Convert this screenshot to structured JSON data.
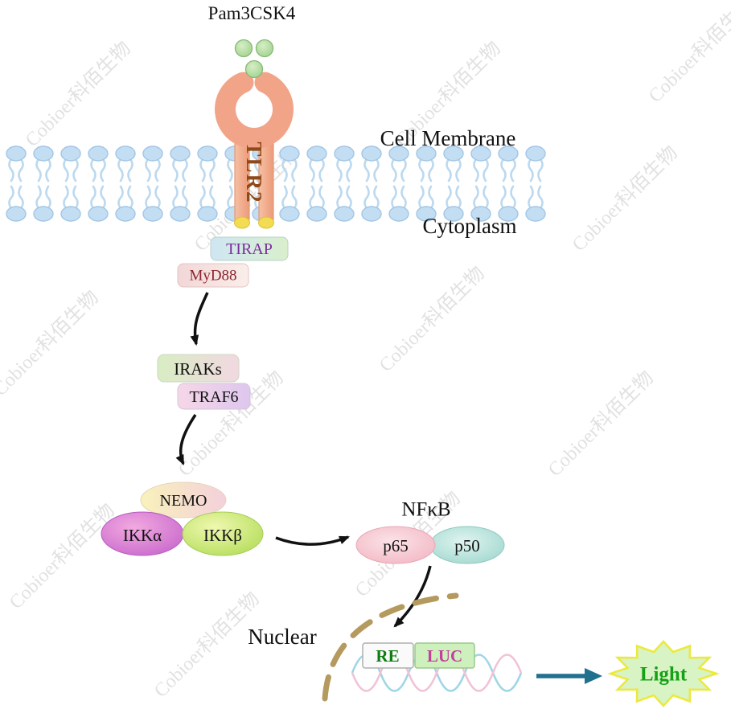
{
  "watermark": {
    "text": "Cobioer科佰生物"
  },
  "labels": {
    "ligand": "Pam3CSK4",
    "receptor": "TLR2",
    "cell_membrane": "Cell Membrane",
    "cytoplasm": "Cytoplasm",
    "tirap": "TIRAP",
    "myd88": "MyD88",
    "iraks": "IRAKs",
    "traf6": "TRAF6",
    "nemo": "NEMO",
    "ikka": "IKKα",
    "ikkb": "IKKβ",
    "nfkb": "NFκB",
    "p65": "p65",
    "p50": "p50",
    "nuclear": "Nuclear",
    "re": "RE",
    "luc": "LUC",
    "light": "Light"
  },
  "colors": {
    "receptor_salmon": "#F2A488",
    "ligand_green": "#9CCB86",
    "membrane_blue": "#C3DEF2",
    "nuclear_membrane_tan": "#B49A5E",
    "arrow_teal": "#20708E",
    "light_text_green": "#16A016",
    "re_text_green": "#0F7D12",
    "luc_text_magenta": "#C43F9E",
    "tirap_text_purple": "#7B2D9B",
    "myd88_text_maroon": "#8B2530",
    "tlr2_text_brown": "#8F4A1A"
  }
}
